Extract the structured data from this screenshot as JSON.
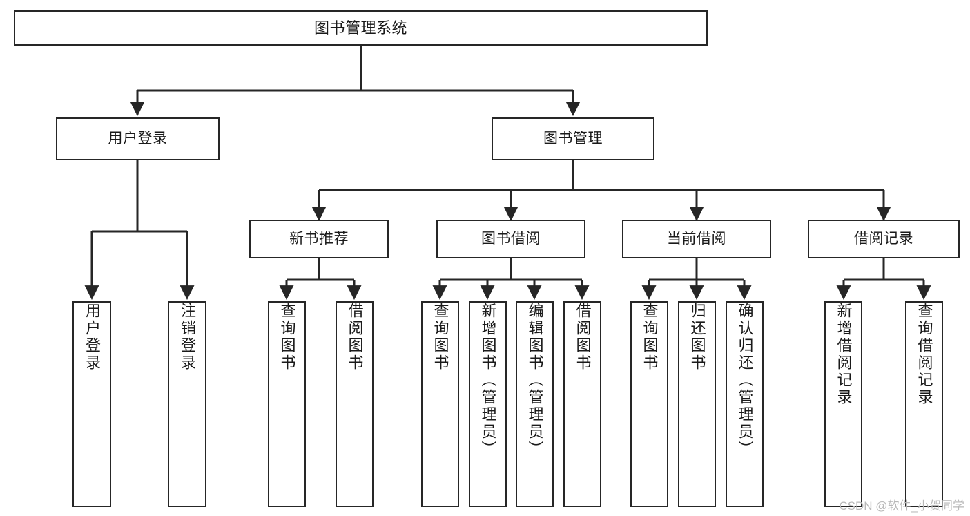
{
  "diagram": {
    "type": "tree-hierarchy",
    "title": "图书管理系统",
    "watermark": "CSDN @软件_小贺同学",
    "colors": {
      "stroke": "#262626",
      "fill": "#ffffff",
      "text": "#1a1a1a",
      "watermark": "#b8b8b8"
    },
    "levels": [
      {
        "level": 1,
        "nodes": [
          {
            "id": "root",
            "label": "图书管理系统",
            "orientation": "horizontal"
          }
        ]
      },
      {
        "level": 2,
        "nodes": [
          {
            "id": "l2-1",
            "label": "用户登录",
            "orientation": "horizontal"
          },
          {
            "id": "l2-2",
            "label": "图书管理",
            "orientation": "horizontal"
          }
        ]
      },
      {
        "level": 3,
        "nodes": [
          {
            "id": "l3-1",
            "label": "新书推荐",
            "orientation": "horizontal"
          },
          {
            "id": "l3-2",
            "label": "图书借阅",
            "orientation": "horizontal"
          },
          {
            "id": "l3-3",
            "label": "当前借阅",
            "orientation": "horizontal"
          },
          {
            "id": "l3-4",
            "label": "借阅记录",
            "orientation": "horizontal"
          }
        ]
      },
      {
        "level": 4,
        "nodes": [
          {
            "id": "leaf-1",
            "label": "用户登录",
            "orientation": "vertical",
            "parent": "用户登录"
          },
          {
            "id": "leaf-2",
            "label": "注销登录",
            "orientation": "vertical",
            "parent": "用户登录"
          },
          {
            "id": "leaf-3",
            "label": "查询图书",
            "orientation": "vertical",
            "parent": "新书推荐"
          },
          {
            "id": "leaf-4",
            "label": "借阅图书",
            "orientation": "vertical",
            "parent": "新书推荐"
          },
          {
            "id": "leaf-5",
            "label": "查询图书",
            "orientation": "vertical",
            "parent": "图书借阅"
          },
          {
            "id": "leaf-6",
            "label": "新增图书（管理员）",
            "orientation": "vertical",
            "parent": "图书借阅"
          },
          {
            "id": "leaf-7",
            "label": "编辑图书（管理员）",
            "orientation": "vertical",
            "parent": "图书借阅"
          },
          {
            "id": "leaf-8",
            "label": "借阅图书",
            "orientation": "vertical",
            "parent": "图书借阅"
          },
          {
            "id": "leaf-9",
            "label": "查询图书",
            "orientation": "vertical",
            "parent": "当前借阅"
          },
          {
            "id": "leaf-10",
            "label": "归还图书",
            "orientation": "vertical",
            "parent": "当前借阅"
          },
          {
            "id": "leaf-11",
            "label": "确认归还（管理员）",
            "orientation": "vertical",
            "parent": "当前借阅"
          },
          {
            "id": "leaf-12",
            "label": "新增借阅记录",
            "orientation": "vertical",
            "parent": "借阅记录"
          },
          {
            "id": "leaf-13",
            "label": "查询借阅记录",
            "orientation": "vertical",
            "parent": "借阅记录"
          }
        ]
      }
    ]
  }
}
